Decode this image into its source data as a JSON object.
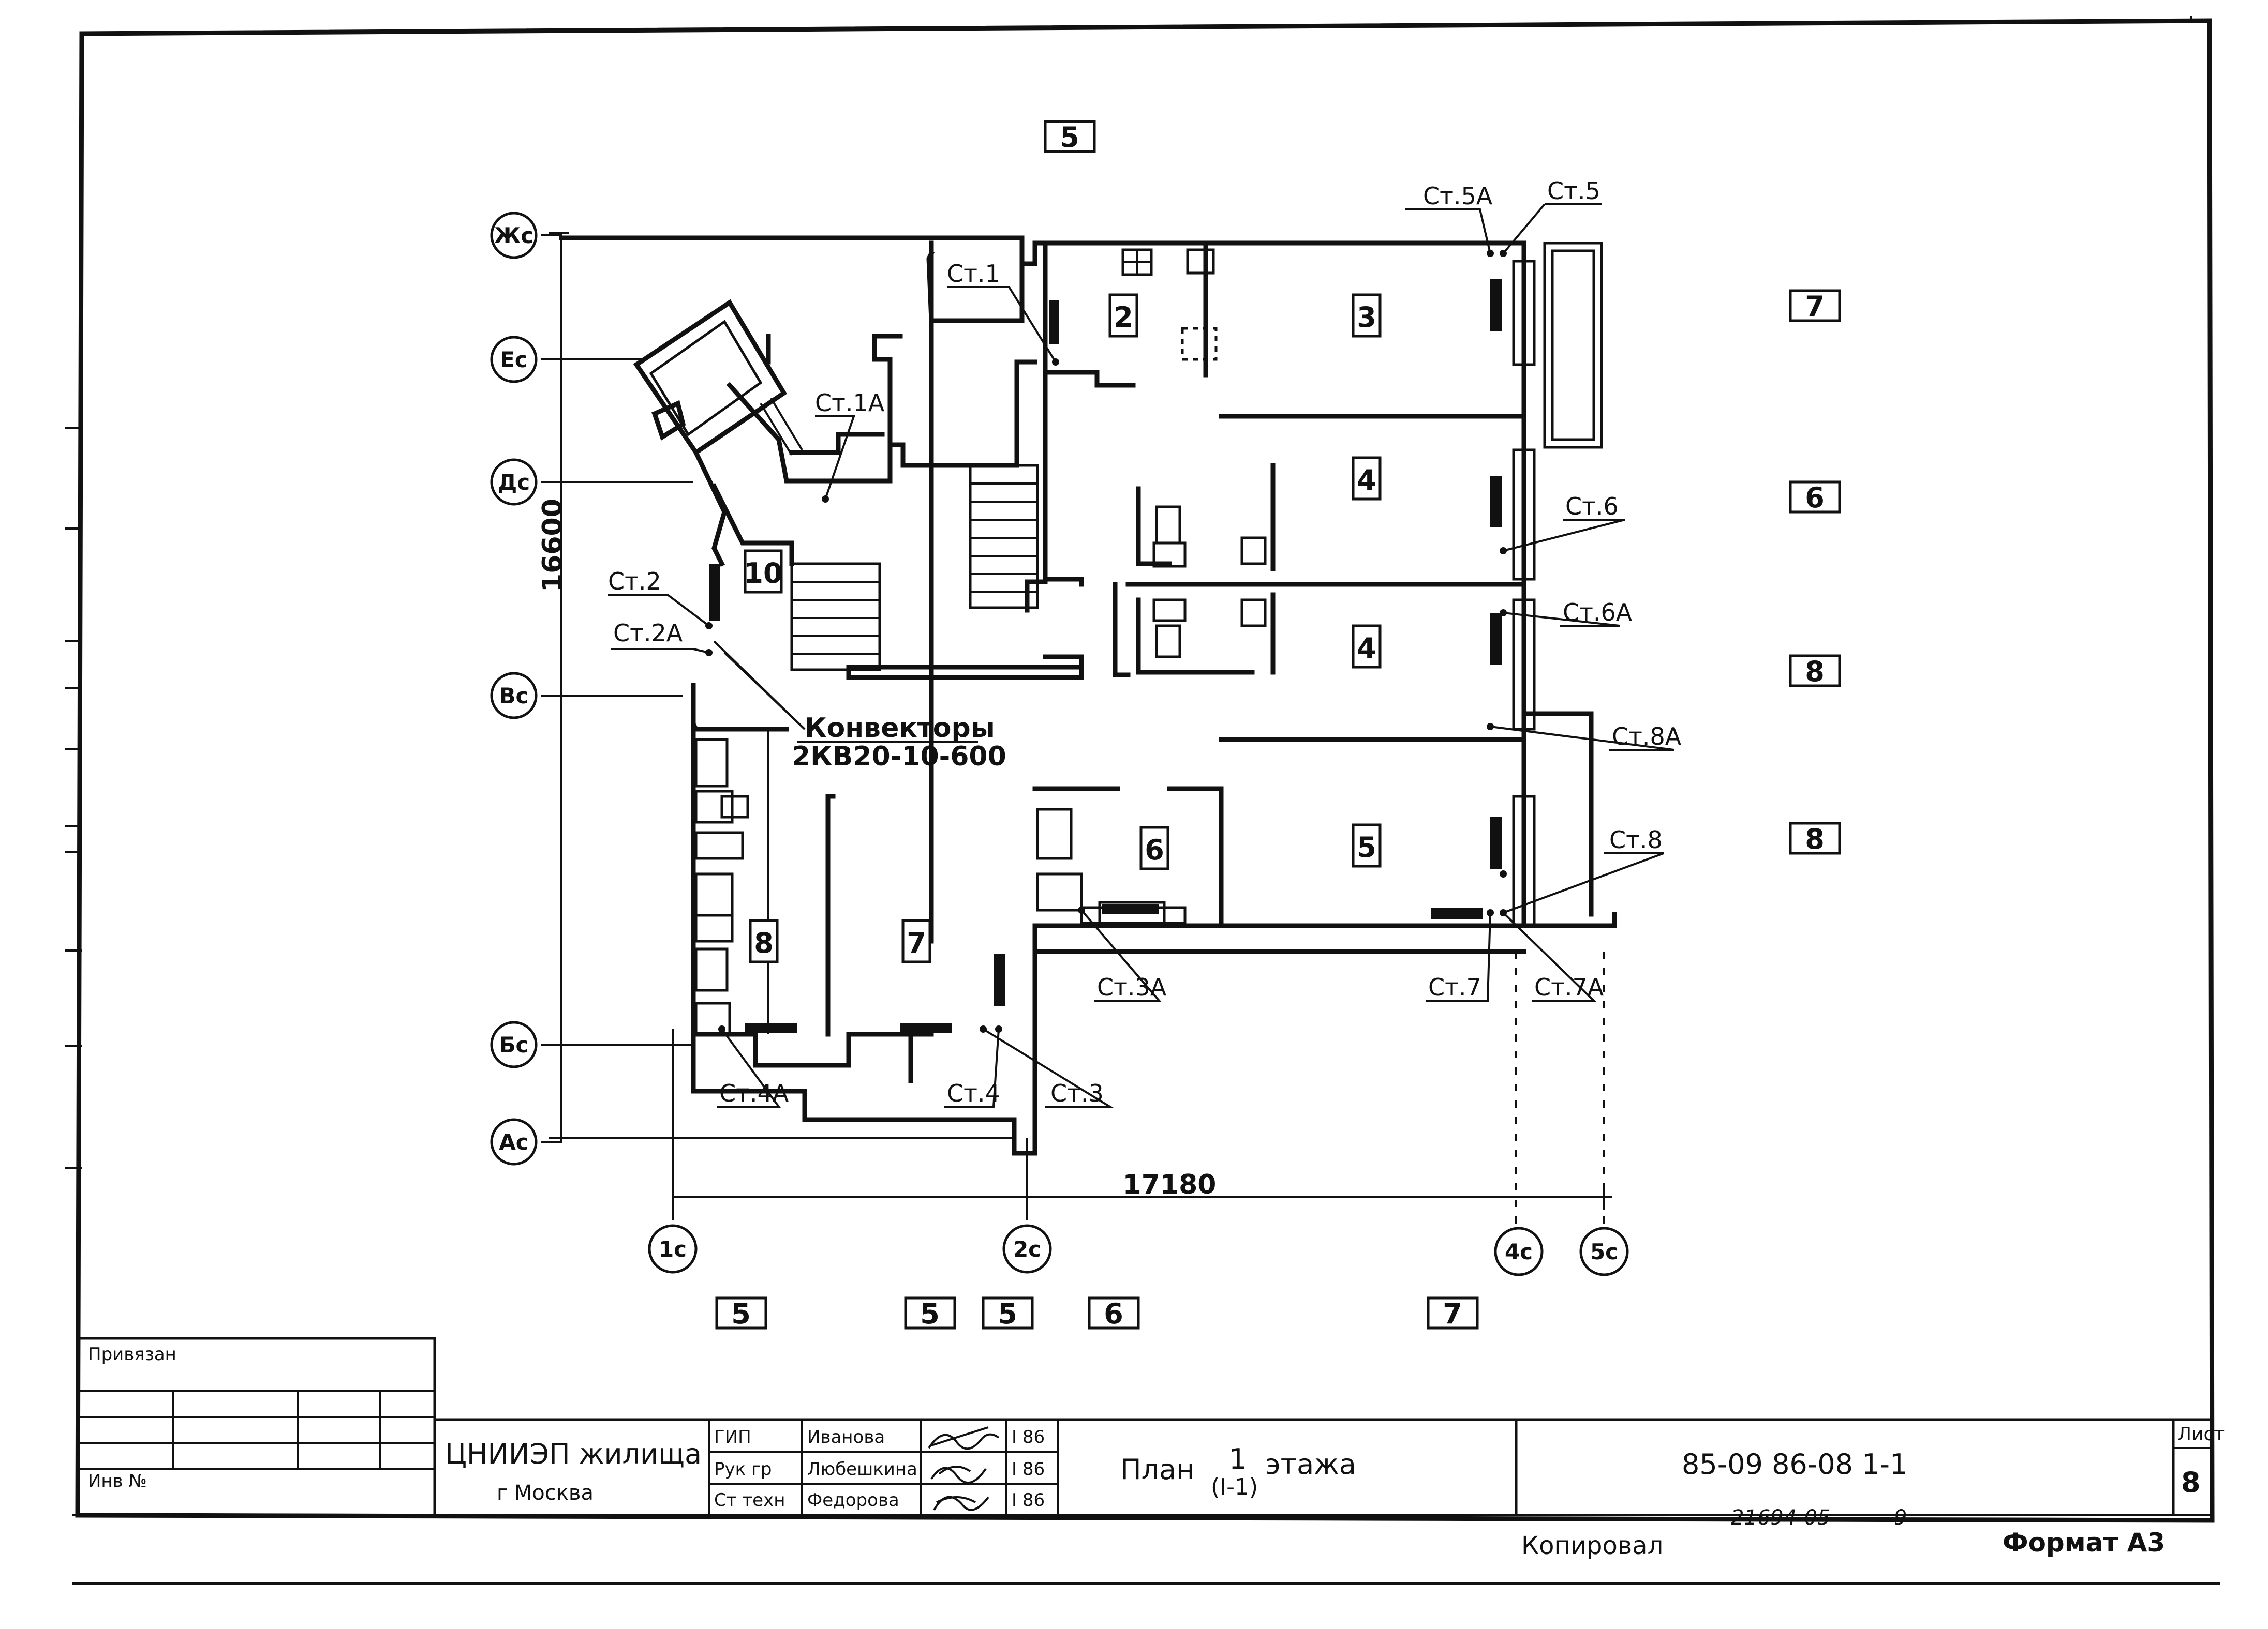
{
  "drawing": {
    "dimensions": {
      "height": "16600",
      "width": "17180"
    },
    "axes": {
      "rows": [
        "Жс",
        "Ес",
        "Дс",
        "Вс",
        "Бс",
        "Ас"
      ],
      "columns": [
        "1с",
        "2с",
        "4с",
        "5с"
      ]
    },
    "room_numbers": [
      "2",
      "3",
      "4",
      "4",
      "10",
      "6",
      "5",
      "8",
      "7"
    ],
    "zone_tags": [
      "5",
      "7",
      "6",
      "8",
      "8",
      "5",
      "5",
      "5",
      "6",
      "7"
    ],
    "risers": [
      "Ст.1",
      "Ст.1А",
      "Ст.2",
      "Ст.2А",
      "Ст.5А",
      "Ст.5",
      "Ст.6",
      "Ст.6А",
      "Ст.8А",
      "Ст.8",
      "Ст.3А",
      "Ст.7",
      "Ст.7А",
      "Ст.4А",
      "Ст.4",
      "Ст.3"
    ],
    "note": {
      "line1": "Конвекторы",
      "line2": "2КВ20-10-600"
    }
  },
  "title_block": {
    "bound": "Привязан",
    "inv": "Инв №",
    "organization": "ЦНИИЭП жилища",
    "city": "г Москва",
    "staff": [
      {
        "role": "ГИП",
        "name": "Иванова",
        "date": "I 86"
      },
      {
        "role": "Рук гр",
        "name": "Любешкина",
        "date": "I 86"
      },
      {
        "role": "Ст техн",
        "name": "Федорова",
        "date": "I 86"
      }
    ],
    "title_line1": "План",
    "title_floor": "1",
    "title_line2": "этажа",
    "title_sub": "(I-1)",
    "code": "85-09 86-08 1-1",
    "sheet_label": "Лист",
    "sheet_number": "8"
  },
  "footer": {
    "copied_by": "Копировал",
    "archive": "21694-05",
    "archive_page": "9",
    "format": "Формат А3"
  }
}
